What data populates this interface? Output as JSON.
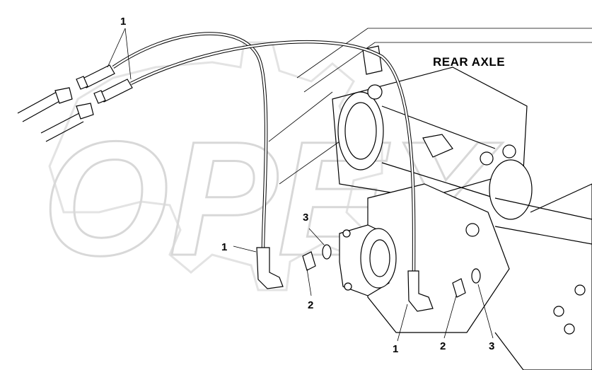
{
  "diagram": {
    "heading": "REAR AXLE",
    "watermark": "OPEX",
    "callouts": {
      "c1_top": "1",
      "c1_left": "1",
      "c1_right": "1",
      "c2_left": "2",
      "c2_right": "2",
      "c3_left": "3",
      "c3_right": "3"
    }
  }
}
